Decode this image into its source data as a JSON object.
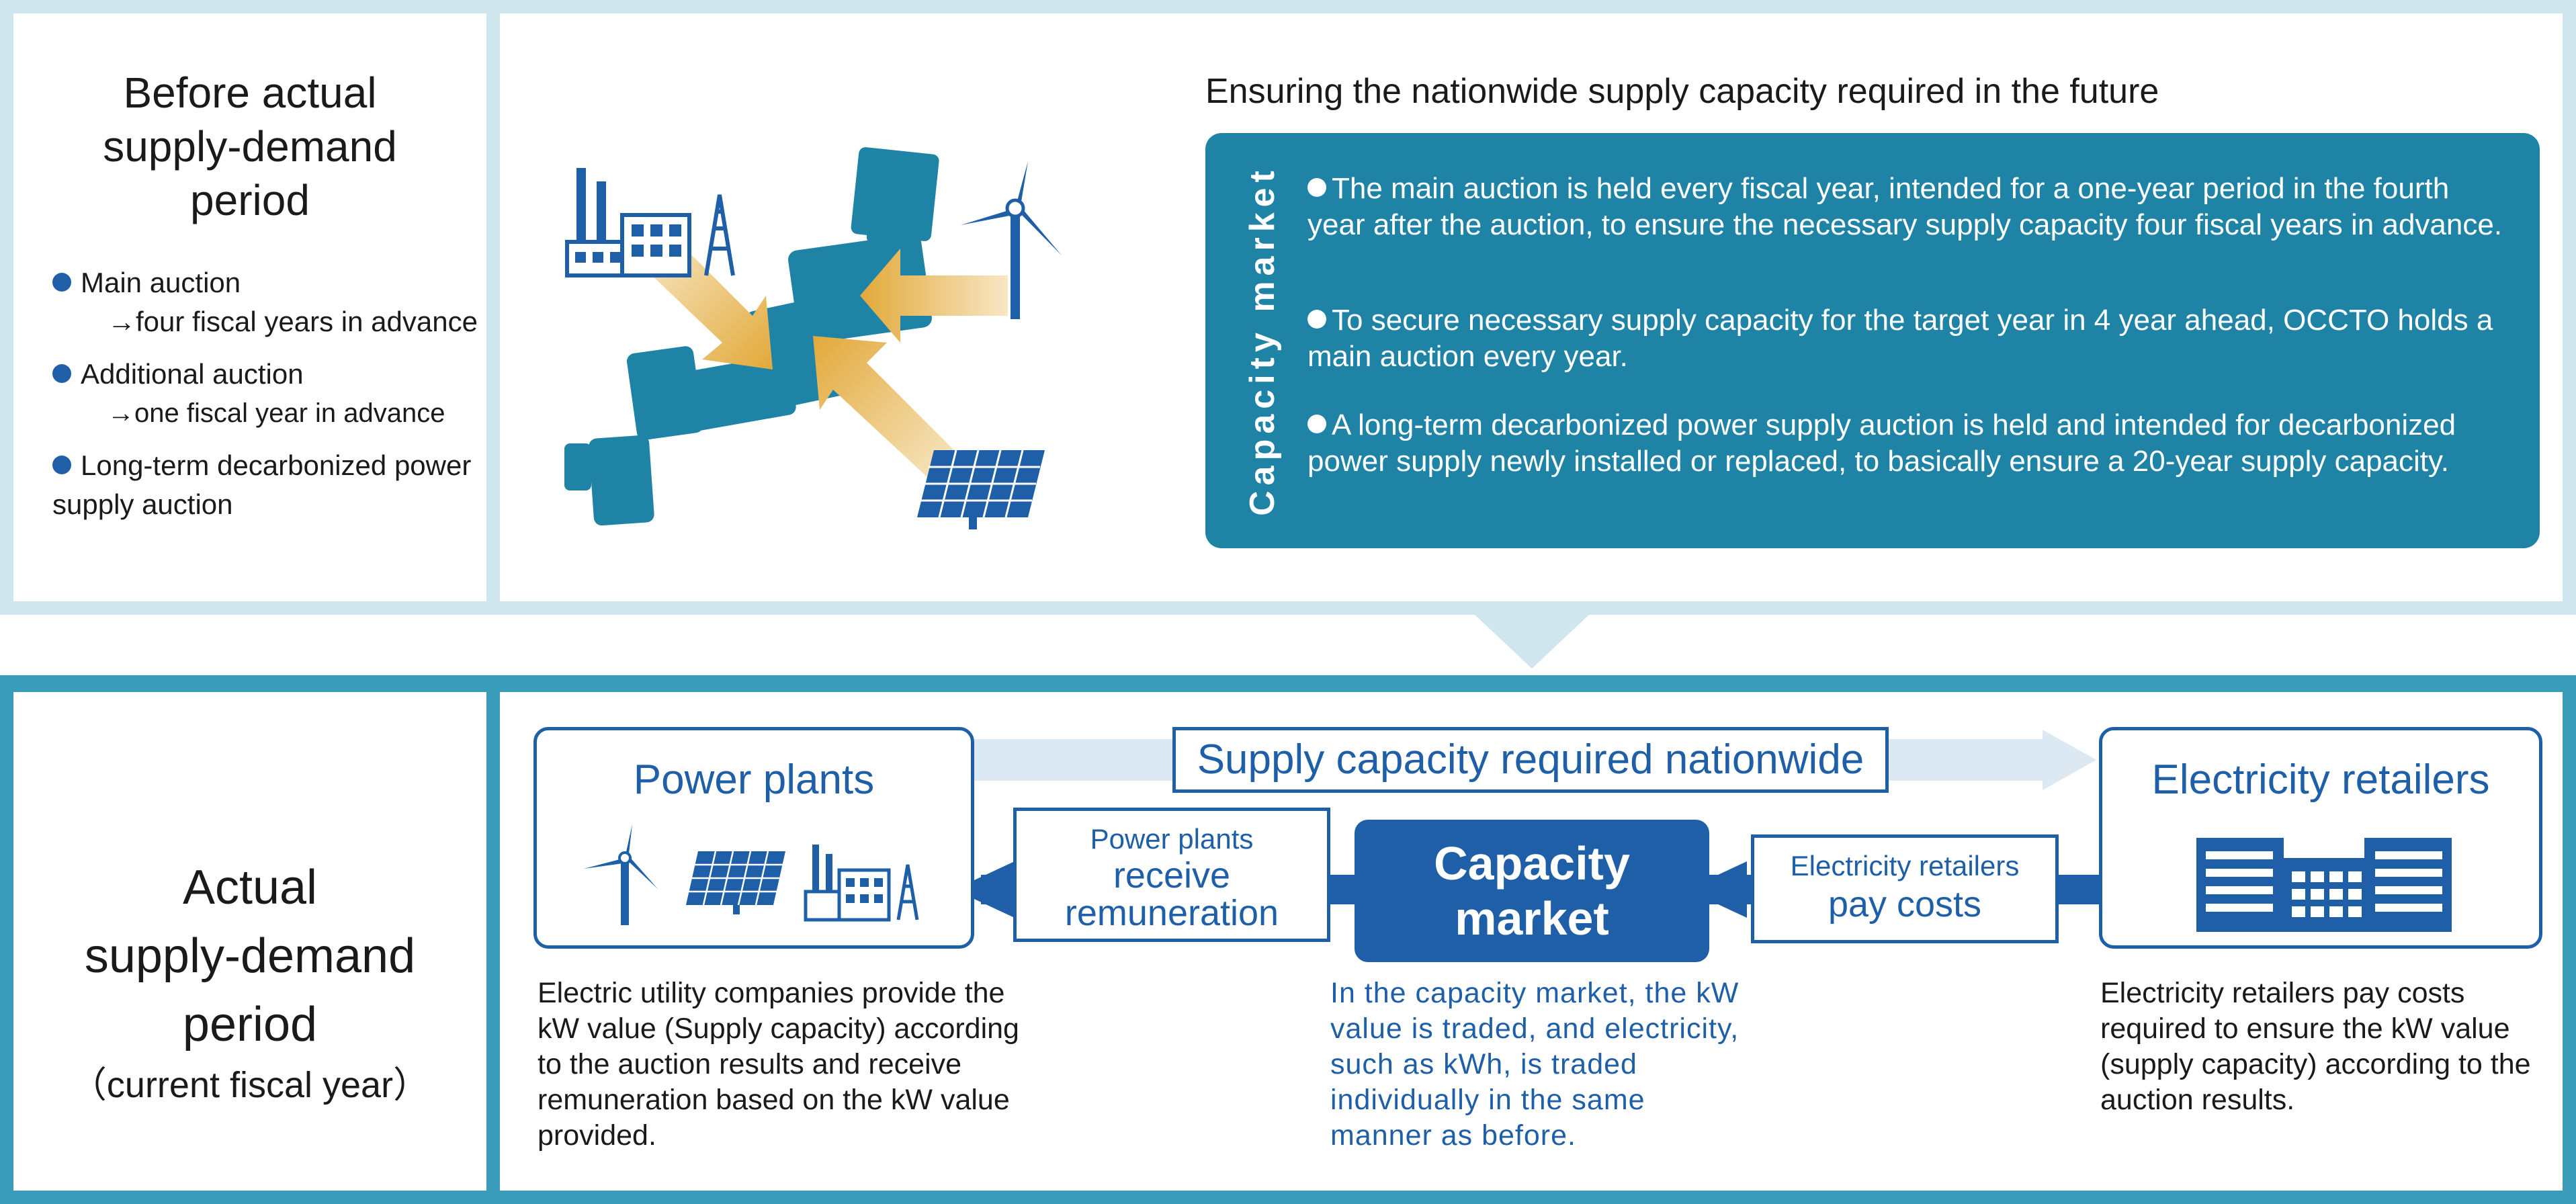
{
  "top": {
    "left_title": "Before actual\nsupply-demand\nperiod",
    "auctions": [
      {
        "name": "Main auction",
        "detail": "→four fiscal years in advance"
      },
      {
        "name": "Additional auction",
        "detail": "→one fiscal year in advance"
      },
      {
        "name": "Long-term decarbonized power supply auction",
        "detail": ""
      }
    ],
    "future_heading": "Ensuring the nationwide supply capacity required in the future",
    "capacity_market_label": "Capacity market",
    "capacity_market_points": [
      "The main auction is held every fiscal year, intended for a one-year period in the fourth year after the auction, to ensure the necessary supply capacity four fiscal years in advance.",
      "To secure necessary supply capacity for the target year in 4 year ahead, OCCTO holds a main auction every year.",
      "A long-term decarbonized power supply auction is held and intended for decarbonized power supply newly installed or replaced, to basically ensure a 20-year supply capacity."
    ]
  },
  "bottom": {
    "left_title": "Actual\nsupply-demand\nperiod",
    "left_subtitle": "（current fiscal year）",
    "power_plants_title": "Power plants",
    "retailers_title": "Electricity retailers",
    "nationwide_label": "Supply capacity required nationwide",
    "receive_line1": "Power plants",
    "receive_line2": "receive\nremuneration",
    "pay_line1": "Electricity retailers",
    "pay_line2": "pay costs",
    "capacity_market_title": "Capacity\nmarket",
    "desc_plants": "Electric utility companies provide the kW value (Supply capacity) according to the auction results and receive remuneration based on the kW value provided.",
    "desc_market": "In the capacity market, the kW value is traded, and electricity, such as kWh, is traded individually in the same manner as before.",
    "desc_retailers": "Electricity retailers pay costs required to ensure the kW value (supply capacity) according to the auction results."
  },
  "colors": {
    "top_frame": "#cfe6ee",
    "bottom_frame": "#3a9cb8",
    "capacity_box": "#1f83a6",
    "accent_blue": "#1f5fa8",
    "arrow_gold": "#e2a93a"
  },
  "icons": [
    "factory-icon",
    "wind-turbine-icon",
    "solar-panel-icon",
    "japan-map",
    "office-building-icon"
  ]
}
